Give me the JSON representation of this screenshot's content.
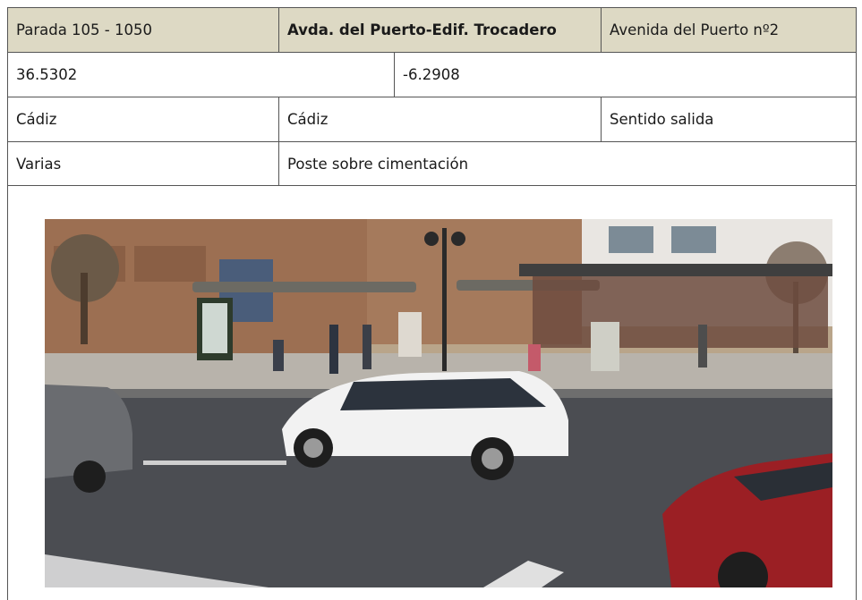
{
  "row1": {
    "stop_code": "Parada 105 - 1050",
    "stop_name": "Avda. del Puerto-Edif. Trocadero",
    "address": "Avenida del Puerto nº2"
  },
  "row2": {
    "latitude": "36.5302",
    "longitude": "-6.2908"
  },
  "row3": {
    "municipality": "Cádiz",
    "locality": "Cádiz",
    "direction": "Sentido salida"
  },
  "row4": {
    "lines": "Varias",
    "support": "Poste sobre cimentación"
  },
  "colors": {
    "header_bg": "#ddd9c4",
    "border": "#555555"
  }
}
